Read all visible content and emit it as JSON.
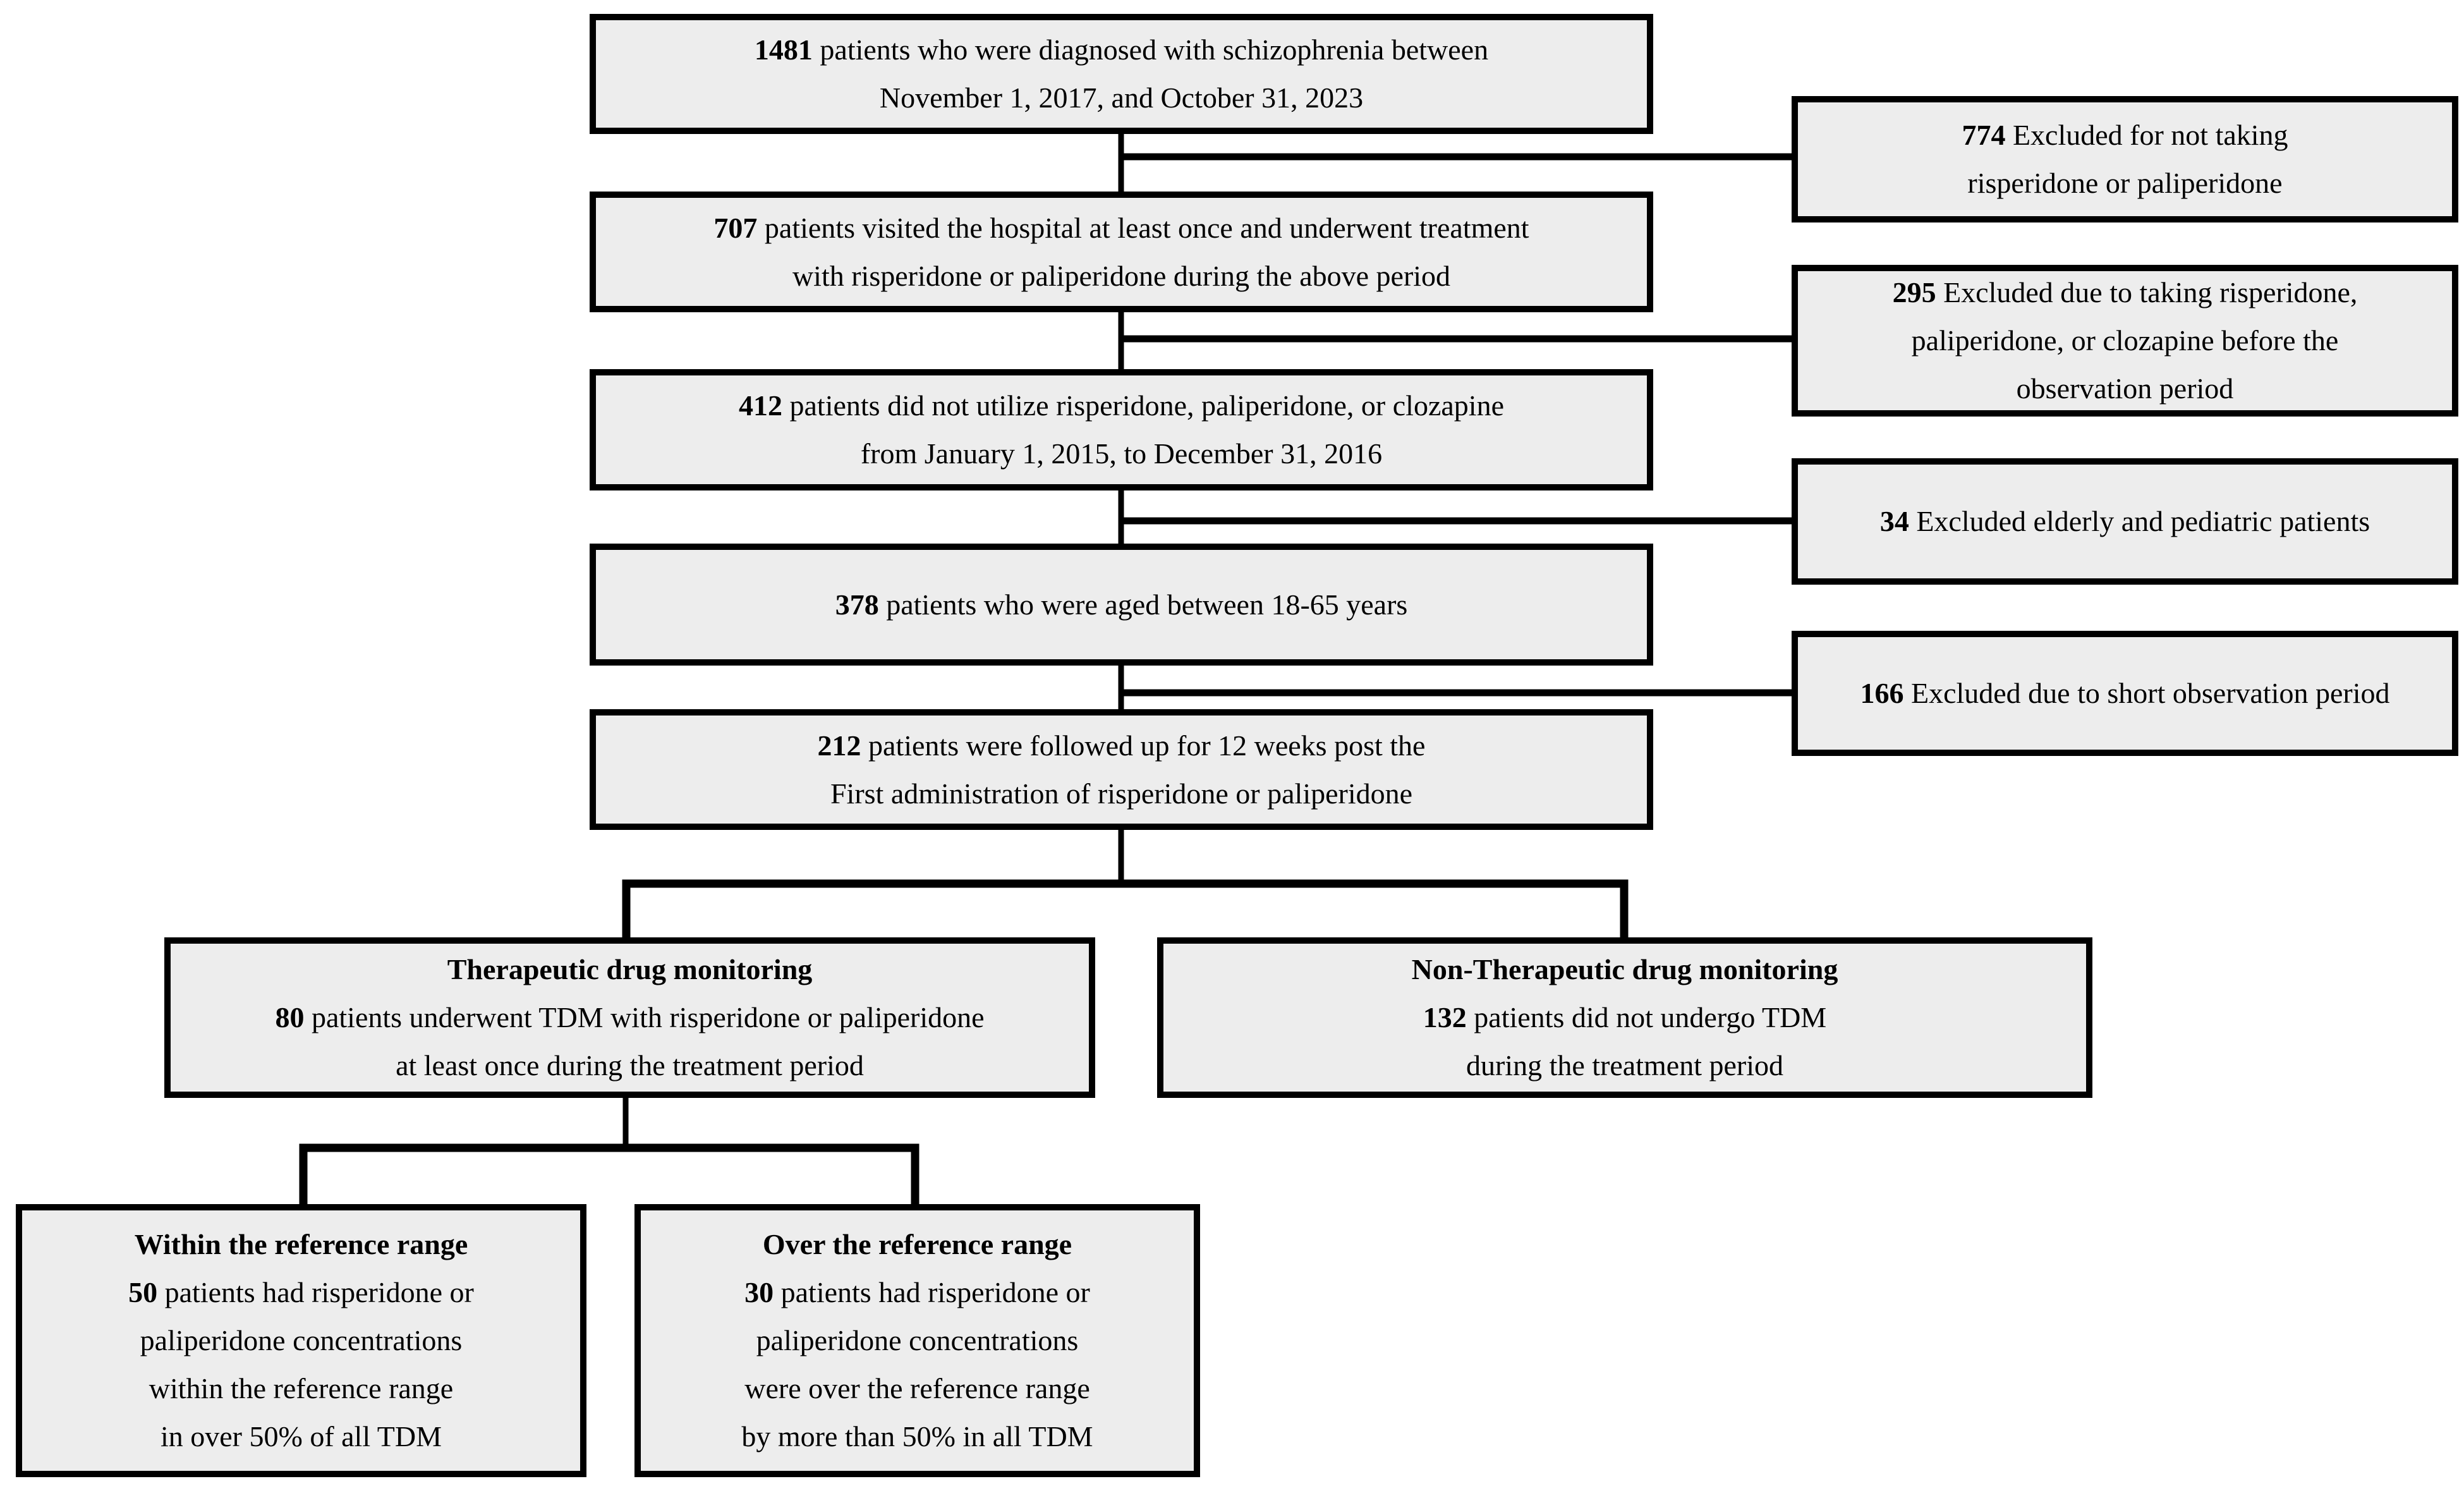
{
  "canvas": {
    "background": "#ffffff",
    "box_fill": "#ededed",
    "box_border_color": "#000000",
    "line_color": "#000000"
  },
  "boxes": {
    "diagnosed": {
      "number": "1481",
      "text": "patients who were diagnosed with schizophrenia between\nNovember 1, 2017, and October 31, 2023"
    },
    "excluded_not_taking": {
      "number": "774",
      "text": "Excluded for not taking\nrisperidone or paliperidone"
    },
    "visited": {
      "number": "707",
      "text": "patients visited the hospital at least once and underwent treatment\nwith risperidone or paliperidone during the above period"
    },
    "excluded_prior_use": {
      "number": "295",
      "text": "Excluded due to taking risperidone,\npaliperidone, or clozapine before the\nobservation period"
    },
    "no_prior_antipsychotics": {
      "number": "412",
      "text": "patients did not utilize risperidone, paliperidone, or clozapine\nfrom January 1, 2015, to December 31, 2016"
    },
    "excluded_age": {
      "number": "34",
      "text": "Excluded elderly and pediatric patients"
    },
    "aged_18_65": {
      "number": "378",
      "text": "patients who were aged between 18-65 years"
    },
    "excluded_short_observation": {
      "number": "166",
      "text": "Excluded due to short observation period"
    },
    "followed_12_weeks": {
      "number": "212",
      "text": "patients were followed up for 12 weeks post the\nFirst administration of risperidone or paliperidone"
    },
    "tdm": {
      "title": "Therapeutic drug monitoring",
      "number": "80",
      "text": "patients underwent TDM with risperidone or paliperidone\nat least once during the treatment period"
    },
    "non_tdm": {
      "title": "Non-Therapeutic drug monitoring",
      "number": "132",
      "text": "patients did not undergo TDM\nduring the treatment period"
    },
    "within_range": {
      "title": "Within the reference range",
      "number": "50",
      "text": "patients had risperidone or\npaliperidone concentrations\nwithin the reference range\nin over 50% of all TDM"
    },
    "over_range": {
      "title": "Over the reference range",
      "number": "30",
      "text": "patients had risperidone or\npaliperidone concentrations\nwere over the reference range\nby more than 50% in all TDM"
    }
  }
}
